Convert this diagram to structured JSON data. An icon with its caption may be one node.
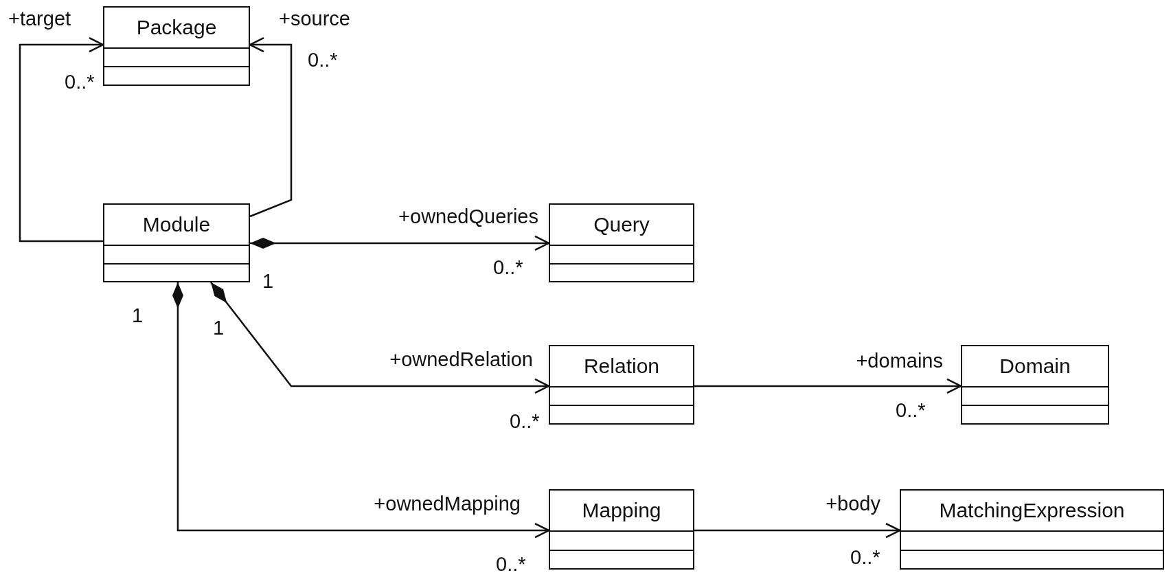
{
  "diagram": {
    "nodes": [
      {
        "text": [
          "Package"
        ]
      },
      {
        "text": [
          "Module"
        ]
      },
      {
        "text": [
          "Query"
        ]
      },
      {
        "text": [
          "Relation"
        ]
      },
      {
        "text": [
          "Domain"
        ]
      },
      {
        "text": [
          "Mapping"
        ]
      },
      {
        "text": [
          "MatchingExpression"
        ]
      }
    ],
    "edges": [
      {
        "from": 1,
        "to": 0,
        "arrow": "to",
        "label": "+target"
      },
      {
        "from": 1,
        "to": 0,
        "arrow": "to",
        "label": "+source"
      },
      {
        "from": 1,
        "to": 2,
        "arrow": "to",
        "label": "+ownedQueries"
      },
      {
        "from": 1,
        "to": 3,
        "arrow": "to",
        "label": "+ownedRelation"
      },
      {
        "from": 1,
        "to": 5,
        "arrow": "to",
        "label": "+ownedMapping"
      },
      {
        "from": 3,
        "to": 4,
        "arrow": "to",
        "label": "+domains"
      },
      {
        "from": 5,
        "to": 6,
        "arrow": "to",
        "label": "+body"
      }
    ],
    "labels": [
      "0..*",
      "0..*",
      "0..*",
      "1",
      "1",
      "1",
      "0..*",
      "0..*",
      "0..*",
      "0..*"
    ]
  }
}
